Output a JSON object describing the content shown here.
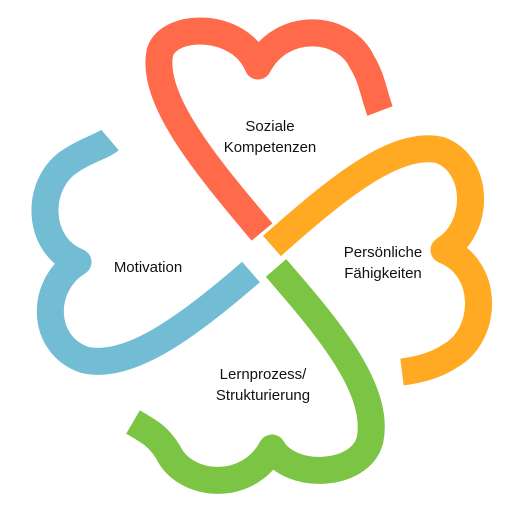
{
  "leaves": [
    {
      "id": "top",
      "lines": [
        "Soziale",
        "Kompetenzen"
      ],
      "color": "#FF6B4A"
    },
    {
      "id": "right",
      "lines": [
        "Persönliche",
        "Fähigkeiten"
      ],
      "color": "#FFAA22"
    },
    {
      "id": "bottom",
      "lines": [
        "Lernprozess/",
        "Strukturierung"
      ],
      "color": "#7CC443"
    },
    {
      "id": "left",
      "lines": [
        "Motivation"
      ],
      "color": "#72BCD4"
    }
  ]
}
